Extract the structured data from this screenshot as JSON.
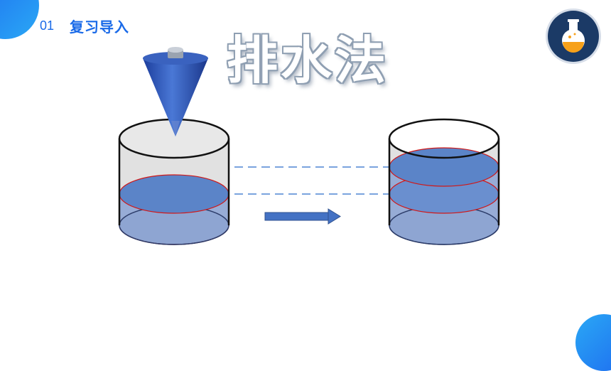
{
  "header": {
    "section_number": "01",
    "section_title": "复习导入"
  },
  "main_title": "排水法",
  "icons": {
    "logo": "flask-icon",
    "plumb_bob": "cone-plumb-bob-icon",
    "arrow": "right-arrow-icon"
  },
  "colors": {
    "accent": "#1a6ae8",
    "water": "#5b84c8",
    "water_line": "#d01818",
    "dashed_line": "#7aa3de",
    "logo_bg": "#1b3a66",
    "logo_liquid": "#f7a11a"
  }
}
